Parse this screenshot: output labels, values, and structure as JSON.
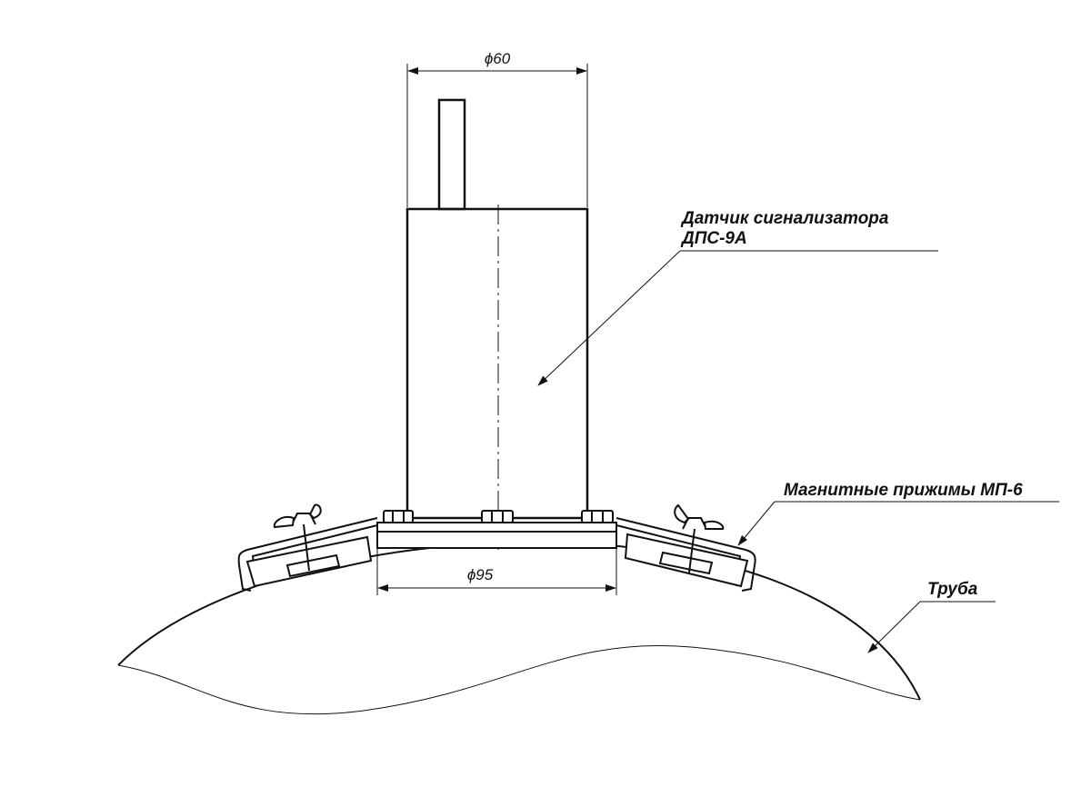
{
  "labels": {
    "sensor_line1": "Датчик сигнализатора",
    "sensor_line2": "ДПС-9А",
    "clamps": "Магнитные прижимы МП-6",
    "pipe": "Труба"
  },
  "dimensions": {
    "top_width": "ϕ60",
    "base_width": "ϕ95"
  },
  "colors": {
    "line": "#111111",
    "background": "#ffffff"
  }
}
